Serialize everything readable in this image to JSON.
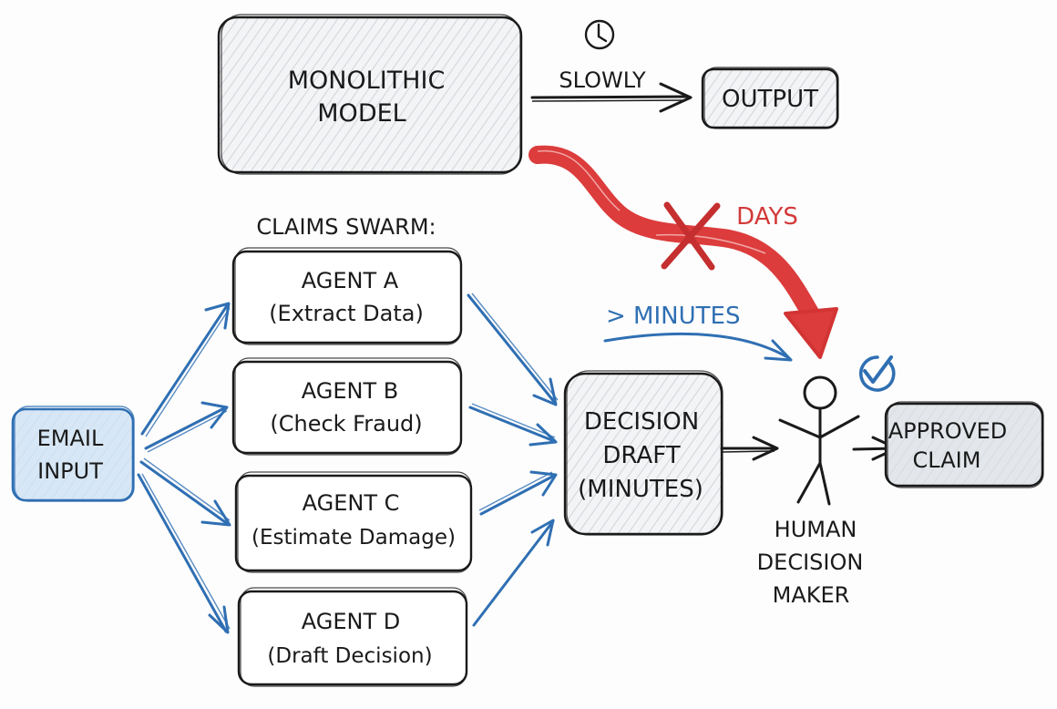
{
  "title": "Monolithic model vs. claims swarm workflow",
  "colors": {
    "ink": "#1a1a1a",
    "blue": "#2f6fb3",
    "red": "#dc3c3c",
    "hatch_fill": "#e9ebee",
    "email_fill": "#d8e7f5",
    "approved_fill": "#dfe3e8"
  },
  "monolith": {
    "box_lines": [
      "MONOLITHIC",
      "MODEL"
    ],
    "slow_label": "SLOWLY",
    "clock_icon": "clock-icon",
    "output_label": "OUTPUT",
    "days_label": "DAYS",
    "cross_icon": "x-mark-icon"
  },
  "swarm": {
    "heading": "CLAIMS SWARM:",
    "input_lines": [
      "EMAIL",
      "INPUT"
    ],
    "agents": [
      {
        "name": "AGENT A",
        "task": "(Extract Data)"
      },
      {
        "name": "AGENT B",
        "task": "(Check Fraud)"
      },
      {
        "name": "AGENT C",
        "task": "(Estimate Damage)"
      },
      {
        "name": "AGENT D",
        "task": "(Draft Decision)"
      }
    ],
    "draft_lines": [
      "DECISION",
      "DRAFT",
      "(MINUTES)"
    ],
    "minutes_label": "> MINUTES"
  },
  "human": {
    "label_lines": [
      "HUMAN",
      "DECISION",
      "MAKER"
    ],
    "check_icon": "check-circle-icon",
    "figure_icon": "stick-figure-icon"
  },
  "result": {
    "label_lines": [
      "APPROVED",
      "CLAIM"
    ]
  }
}
